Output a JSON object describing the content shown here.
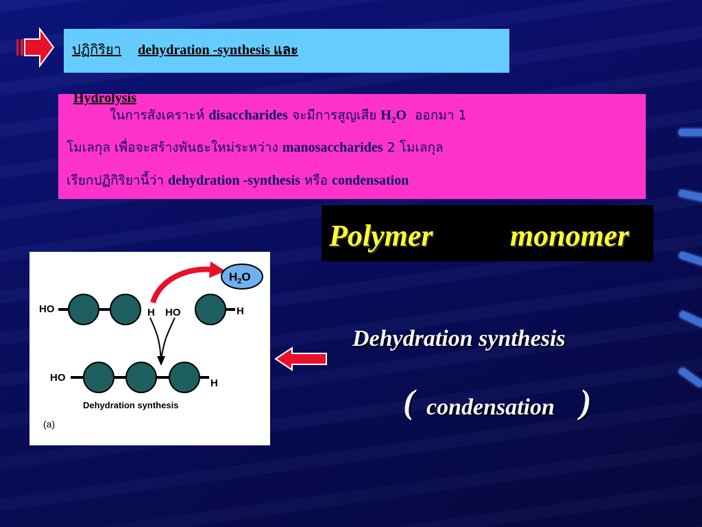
{
  "title": {
    "thai": "ปฏิกิริยา",
    "latin": "dehydration -synthesis และ",
    "line2": "Hydrolysis"
  },
  "paragraph": {
    "line1_a": "ในการสังเคราะห์",
    "line1_b": "disaccharides",
    "line1_c": "จะมีการสูญเสีย",
    "line1_d": "H",
    "line1_sub": "2",
    "line1_e": "O",
    "line1_f": "ออกมา 1",
    "line2_a": "โมเลกุล เพื่อจะสร้างพันธะใหม่ระหว่าง",
    "line2_b": "manosaccharides",
    "line2_c": "2 โมเลกุล",
    "line3_a": "เรียกปฏิกิริยานี้ว่า",
    "line3_b": "dehydration -synthesis",
    "line3_c": "หรือ",
    "line3_d": "condensation"
  },
  "polymer_box": {
    "left": "Polymer",
    "right": "monomer"
  },
  "figure": {
    "water": "H2O",
    "water_h": "H",
    "water_sub": "2",
    "water_o": "O",
    "top_ho": "HO",
    "top_h_mid": "H",
    "top_ho_mid": "HO",
    "top_h_end": "H",
    "bottom_ho": "HO",
    "bottom_h": "H",
    "caption": "Dehydration synthesis",
    "panel": "(a)"
  },
  "right_text": {
    "title": "Dehydration synthesis",
    "open_paren": "(",
    "subtitle": "condensation",
    "close_paren": ")"
  },
  "colors": {
    "background": "#0a0f6e",
    "title_box": "#66ccff",
    "pink_box": "#ff33cc",
    "polymer_text": "#ffff33",
    "arrow_red": "#e8102a",
    "molecule": "#1d5f5f"
  }
}
